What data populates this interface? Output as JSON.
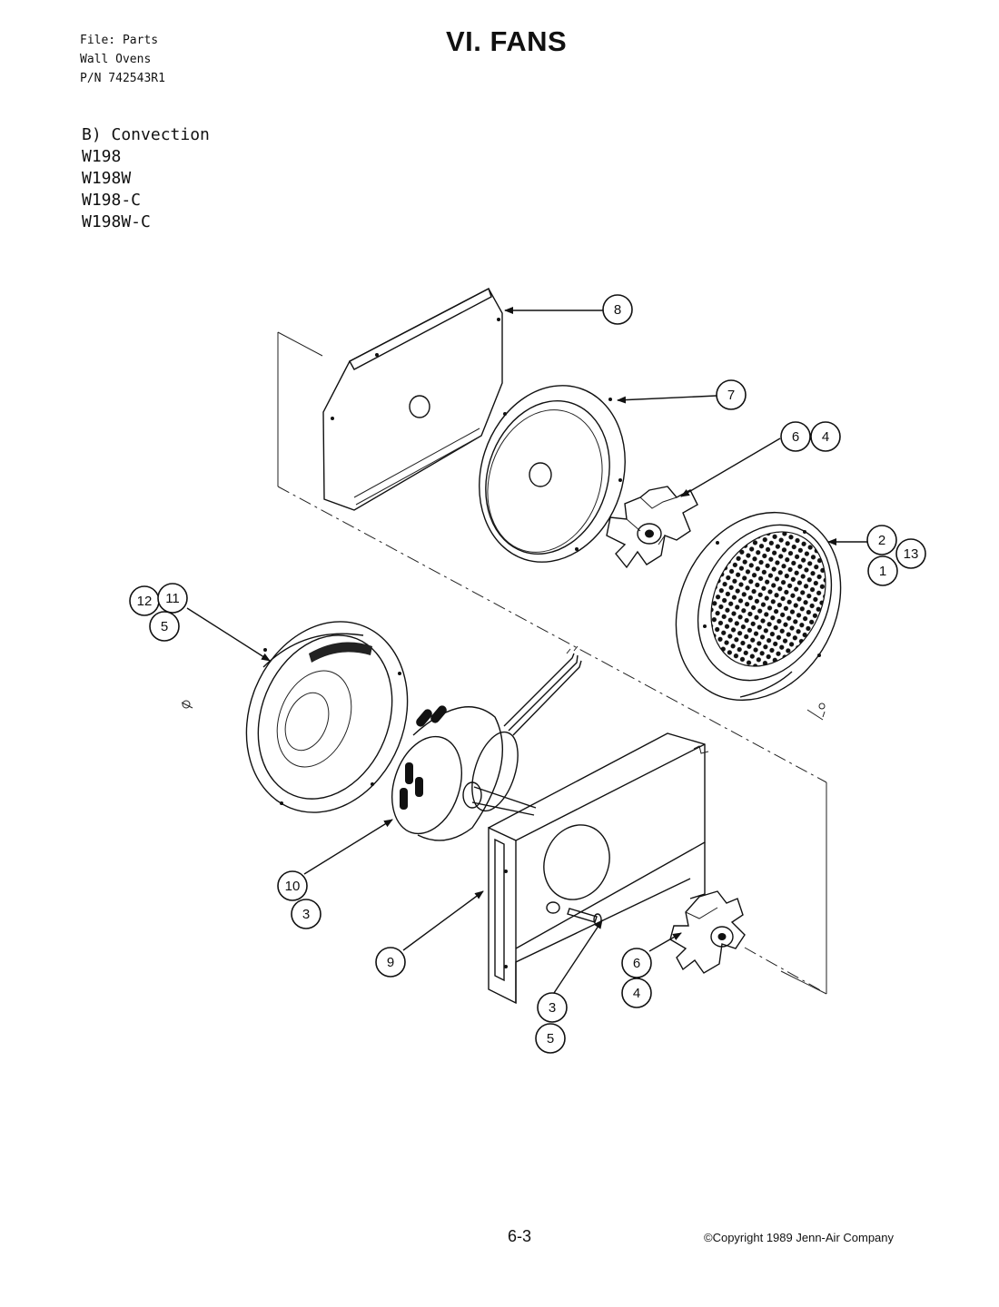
{
  "header": {
    "file_lines": [
      "File: Parts",
      "Wall Ovens",
      "P/N 742543R1"
    ],
    "title": "VI. FANS"
  },
  "models": {
    "heading": "B) Convection",
    "list": [
      "W198",
      "W198W",
      "W198-C",
      "W198W-C"
    ]
  },
  "callouts": {
    "c8": "8",
    "c7": "7",
    "c6_top": "6",
    "c4_top": "4",
    "c2": "2",
    "c13": "13",
    "c1": "1",
    "c12": "12",
    "c11": "11",
    "c5_left": "5",
    "c10": "10",
    "c3_left": "3",
    "c9": "9",
    "c3_bottom": "3",
    "c5_bottom": "5",
    "c6_bottom": "6",
    "c4_bottom": "4"
  },
  "footer": {
    "page_number": "6-3",
    "copyright": "©Copyright 1989 Jenn-Air Company"
  }
}
